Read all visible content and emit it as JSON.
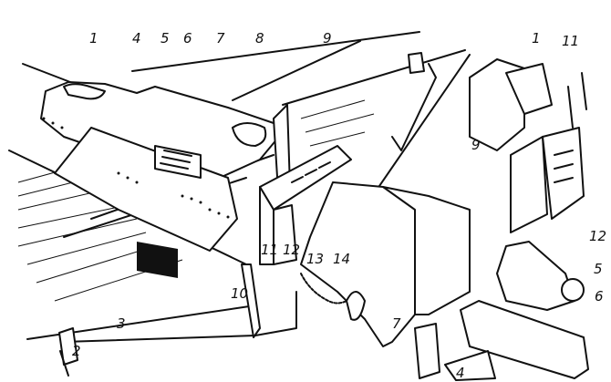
{
  "diagram": {
    "main_assembly_labels": [
      "1",
      "4",
      "5",
      "6",
      "7",
      "8",
      "9",
      "2",
      "3",
      "10",
      "11",
      "12",
      "13",
      "14"
    ],
    "exploded_parts_labels": [
      "1",
      "11",
      "9",
      "12",
      "5",
      "6",
      "7",
      "4"
    ]
  }
}
